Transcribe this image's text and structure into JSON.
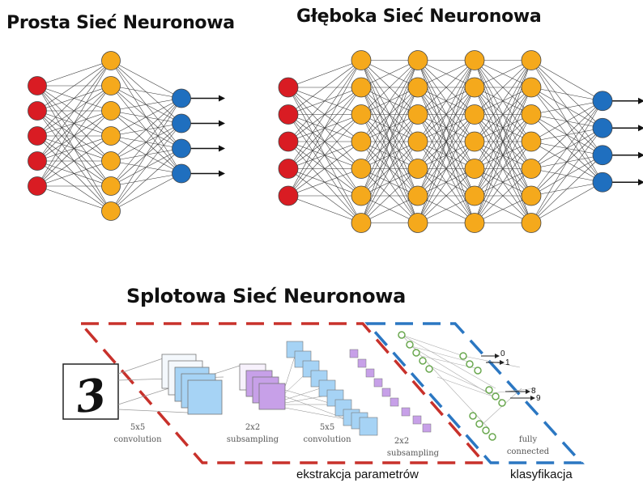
{
  "titles": {
    "simple": "Prosta Sieć Neuronowa",
    "deep": "Głęboka Sieć Neuronowa",
    "conv": "Splotowa Sieć Neuronowa"
  },
  "networks": {
    "simple": {
      "layers": [
        5,
        7,
        4
      ]
    },
    "deep": {
      "layers": [
        5,
        7,
        7,
        7,
        7,
        4
      ]
    }
  },
  "colors": {
    "input": "#d91c23",
    "hidden": "#f5a91c",
    "output": "#1f6fbf",
    "feature_box": "#c8312b",
    "classify_box": "#2b77c2",
    "conv_map": "#a6d3f5",
    "subsample_map": "#c7a0e8",
    "fc_node": "#6aa84f"
  },
  "conv": {
    "input_digit": "3",
    "stages": [
      {
        "line1": "5x5",
        "line2": "convolution"
      },
      {
        "line1": "2x2",
        "line2": "subsampling"
      },
      {
        "line1": "5x5",
        "line2": "convolution"
      },
      {
        "line1": "2x2",
        "line2": "subsampling"
      },
      {
        "line1": "fully",
        "line2": "connected"
      }
    ],
    "outputs": [
      "0",
      "1",
      "8",
      "9"
    ],
    "feature_label": "ekstrakcja parametrów",
    "classify_label": "klasyfikacja"
  }
}
